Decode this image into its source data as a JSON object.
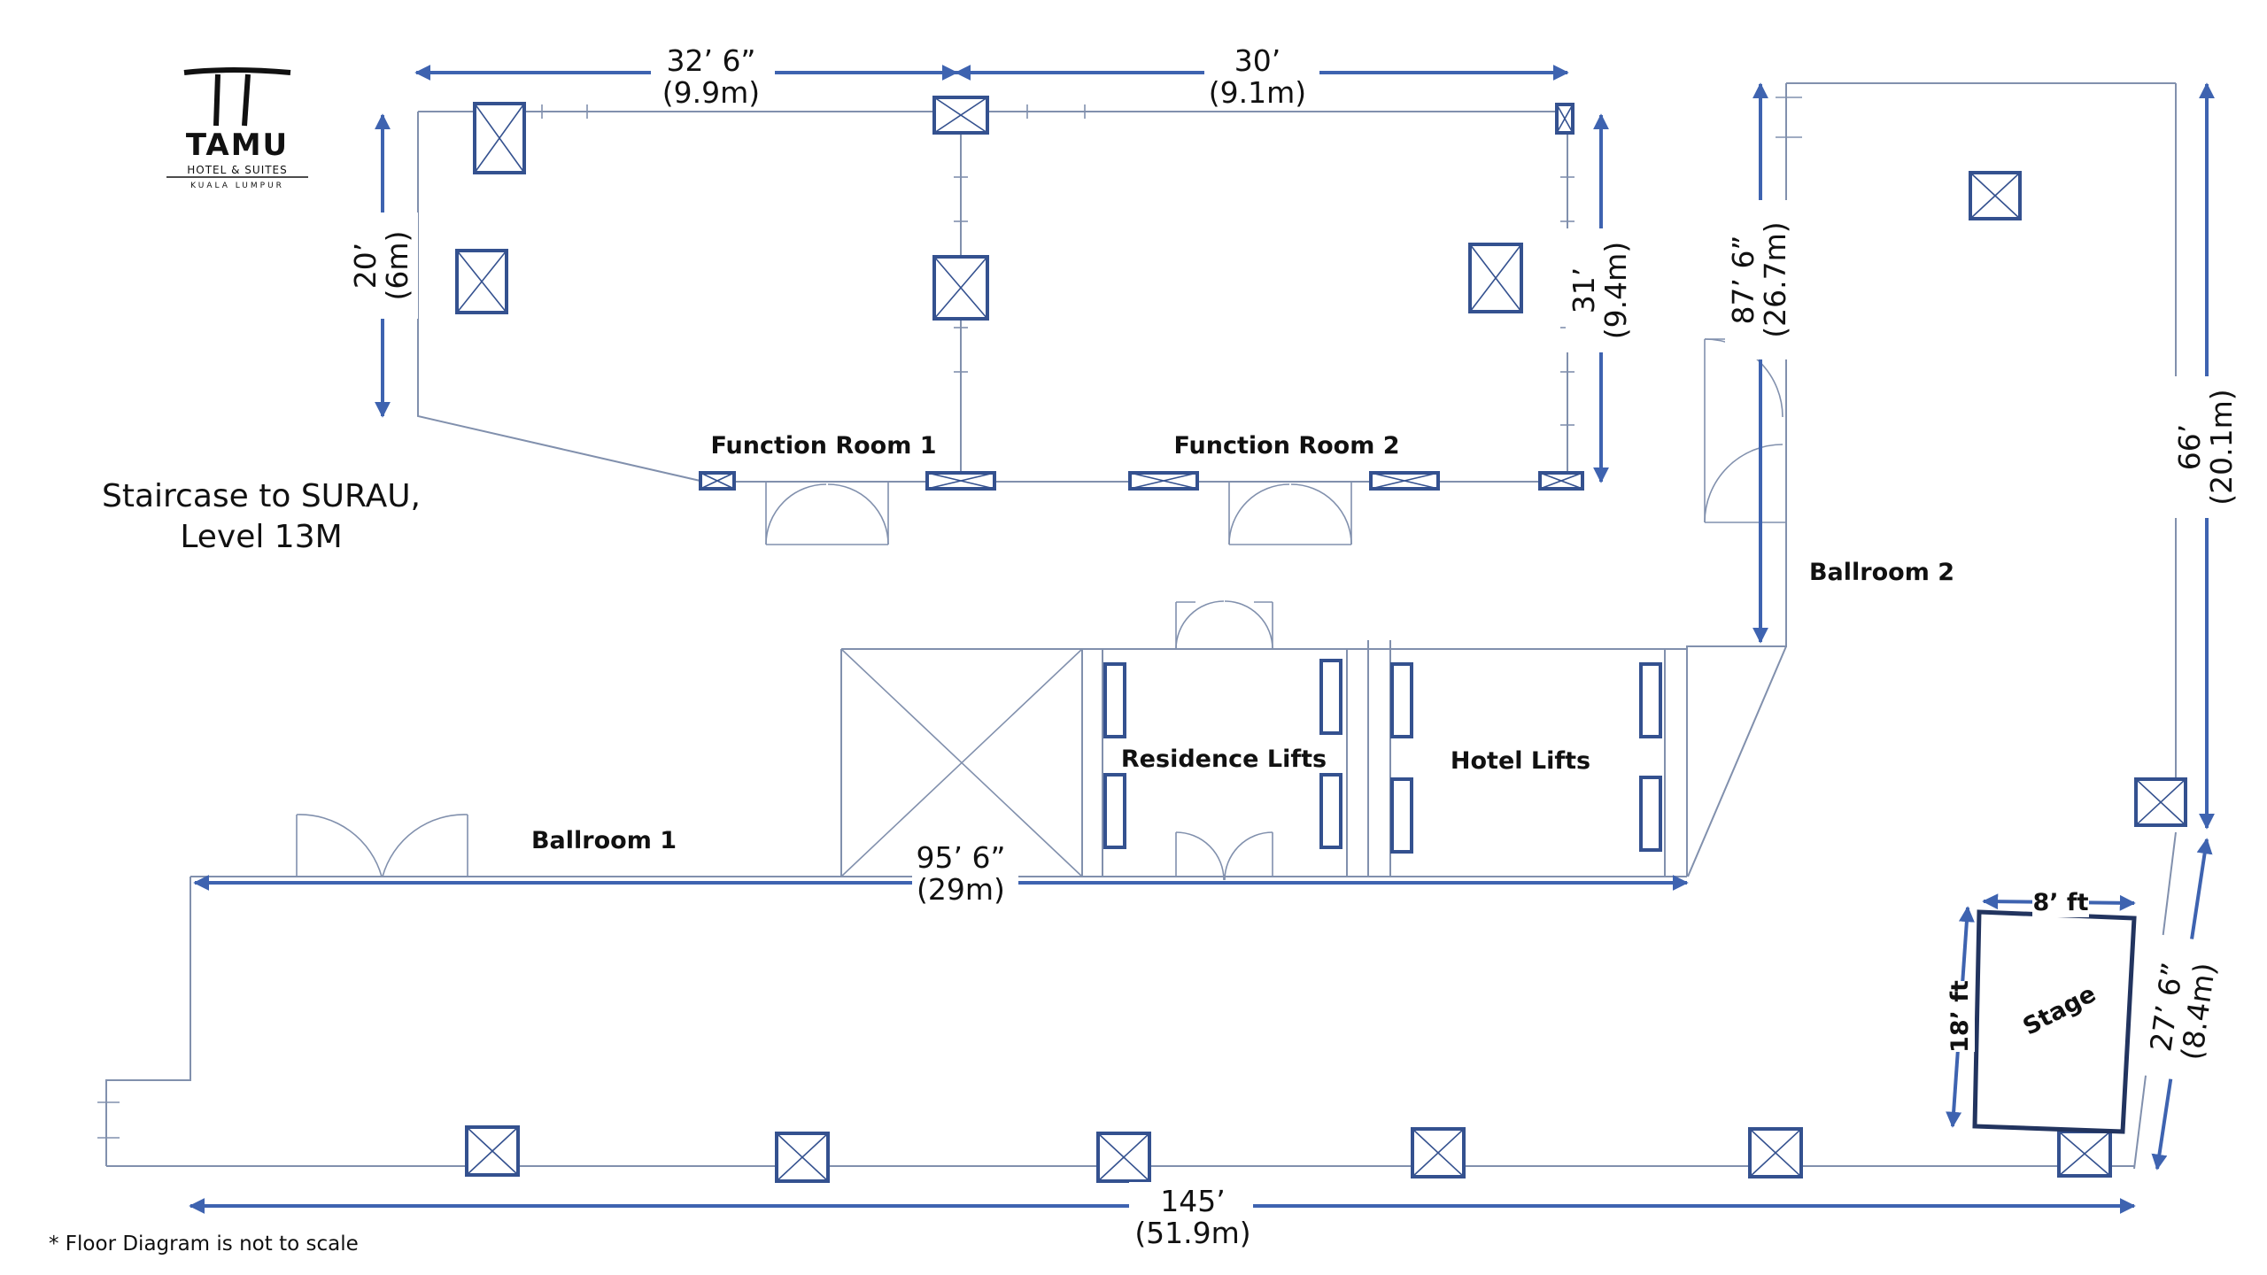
{
  "logo": {
    "mark": "Ti",
    "name": "TAMU",
    "sub1": "HOTEL & SUITES",
    "sub2": "KUALA LUMPUR"
  },
  "rooms": {
    "function_room_1": "Function Room 1",
    "function_room_2": "Function Room 2",
    "ballroom_1": "Ballroom 1",
    "ballroom_2": "Ballroom 2",
    "residence_lifts": "Residence Lifts",
    "hotel_lifts": "Hotel Lifts",
    "stage": "Stage"
  },
  "staircase": {
    "line1": "Staircase to SURAU,",
    "line2": "Level 13M"
  },
  "dimensions": {
    "fr1_width": {
      "ft": "32’ 6”",
      "m": "(9.9m)"
    },
    "fr2_width": {
      "ft": "30’",
      "m": "(9.1m)"
    },
    "fr1_depth": {
      "ft": "20’",
      "m": "(6m)"
    },
    "fr2_depth": {
      "ft": "31’",
      "m": "(9.4m)"
    },
    "ballroom2_depth": {
      "ft": "87’ 6”",
      "m": "(26.7m)"
    },
    "ballroom2_width": {
      "ft": "66’",
      "m": "(20.1m)"
    },
    "ballroom1_width": {
      "ft": "95’ 6”",
      "m": "(29m)"
    },
    "total_length": {
      "ft": "145’",
      "m": "(51.9m)"
    },
    "stage_side": {
      "ft": "27’ 6”",
      "m": "(8.4m)"
    },
    "stage_width": "8’ ft",
    "stage_depth": "18’ ft"
  },
  "footnote": "* Floor Diagram is not to scale",
  "colors": {
    "wall": "#8190ad",
    "column": "#34518f",
    "dimension": "#3e63b0"
  }
}
